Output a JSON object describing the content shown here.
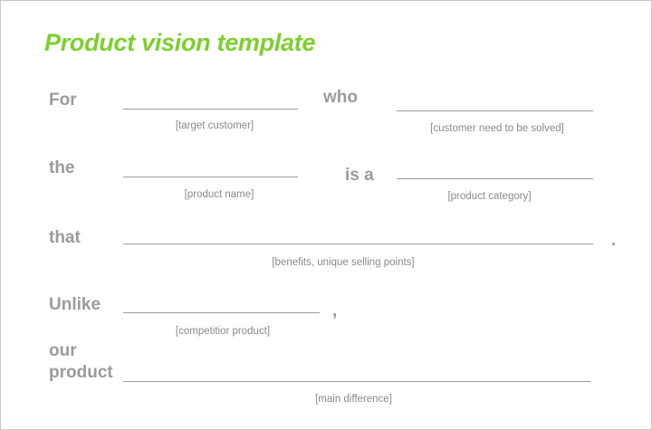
{
  "title": "Product vision template",
  "rows": {
    "for": {
      "word": "For",
      "hint": "[target customer]"
    },
    "who": {
      "word": "who",
      "hint": "[customer need to be solved]"
    },
    "the": {
      "word": "the",
      "hint": "[product name]"
    },
    "is_a": {
      "word": "is a",
      "hint": "[product category]"
    },
    "that": {
      "word": "that",
      "hint": "[benefits, unique selling points]",
      "punct": "."
    },
    "unlike": {
      "word": "Unlike",
      "hint": "[competitior product]",
      "punct": ","
    },
    "our_product": {
      "word_line1": "our",
      "word_line2": "product",
      "hint": "[main difference]"
    }
  },
  "colors": {
    "title": "#7dcf2e",
    "label": "#9b9b9b",
    "hint": "#8a8a8a",
    "line": "#9a9a9a",
    "border": "#c8c8c8"
  }
}
